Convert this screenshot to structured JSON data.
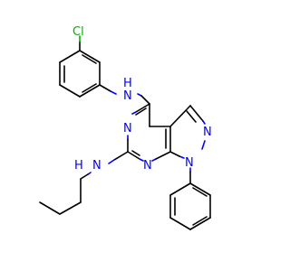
{
  "molecule": {
    "atoms": {
      "cl": {
        "label": "Cl",
        "color": "#00b000"
      },
      "n_aniline": {
        "label": "N",
        "color": "#0000ff"
      },
      "h_aniline": {
        "label": "H",
        "color": "#0000ff"
      },
      "n_pyrimidine_top": {
        "label": "N",
        "color": "#0000ff"
      },
      "n_pyrimidine_bottom": {
        "label": "N",
        "color": "#0000ff"
      },
      "n_pyrazole_2": {
        "label": "N",
        "color": "#0000ff"
      },
      "n_pyrazole_1": {
        "label": "N",
        "color": "#0000ff"
      },
      "n_propylamine": {
        "label": "N",
        "color": "#0000ff"
      },
      "h_propylamine": {
        "label": "H",
        "color": "#0000ff"
      }
    },
    "colors": {
      "carbon_bond": "#000000",
      "nitrogen": "#0000ff",
      "chlorine": "#00b000",
      "background": "#ffffff"
    }
  }
}
